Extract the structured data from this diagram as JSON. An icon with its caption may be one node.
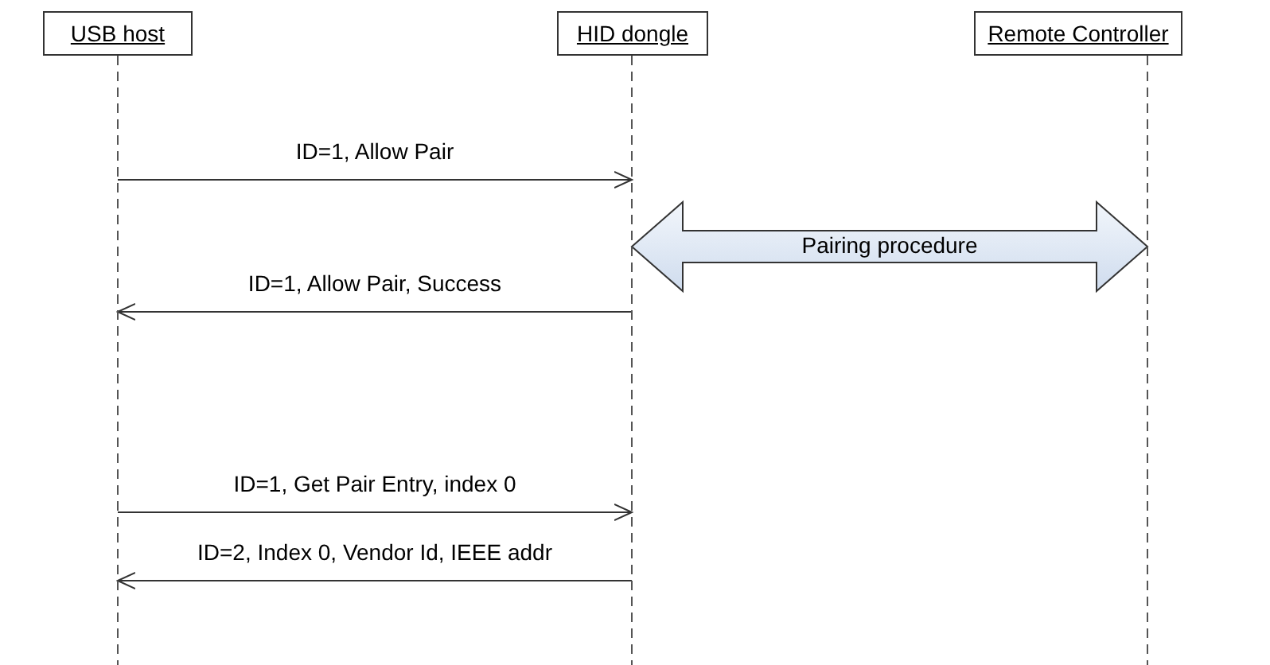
{
  "diagram": {
    "nodes": [
      {
        "text": [
          "USB host"
        ]
      },
      {
        "text": [
          "HID dongle"
        ]
      },
      {
        "text": [
          "Remote Controller"
        ]
      }
    ],
    "edges": [
      {
        "from": 0,
        "to": 1,
        "arrow": "to",
        "label": "ID=1, Allow Pair"
      },
      {
        "from": 1,
        "to": 2,
        "arrow": "both",
        "label": "Pairing procedure",
        "style": "thick"
      },
      {
        "from": 1,
        "to": 0,
        "arrow": "to",
        "label": "ID=1, Allow Pair, Success"
      },
      {
        "from": 0,
        "to": 1,
        "arrow": "to",
        "label": "ID=1, Get Pair Entry, index 0"
      },
      {
        "from": 1,
        "to": 0,
        "arrow": "to",
        "label": "ID=2, Index 0, Vendor Id, IEEE addr"
      }
    ]
  }
}
